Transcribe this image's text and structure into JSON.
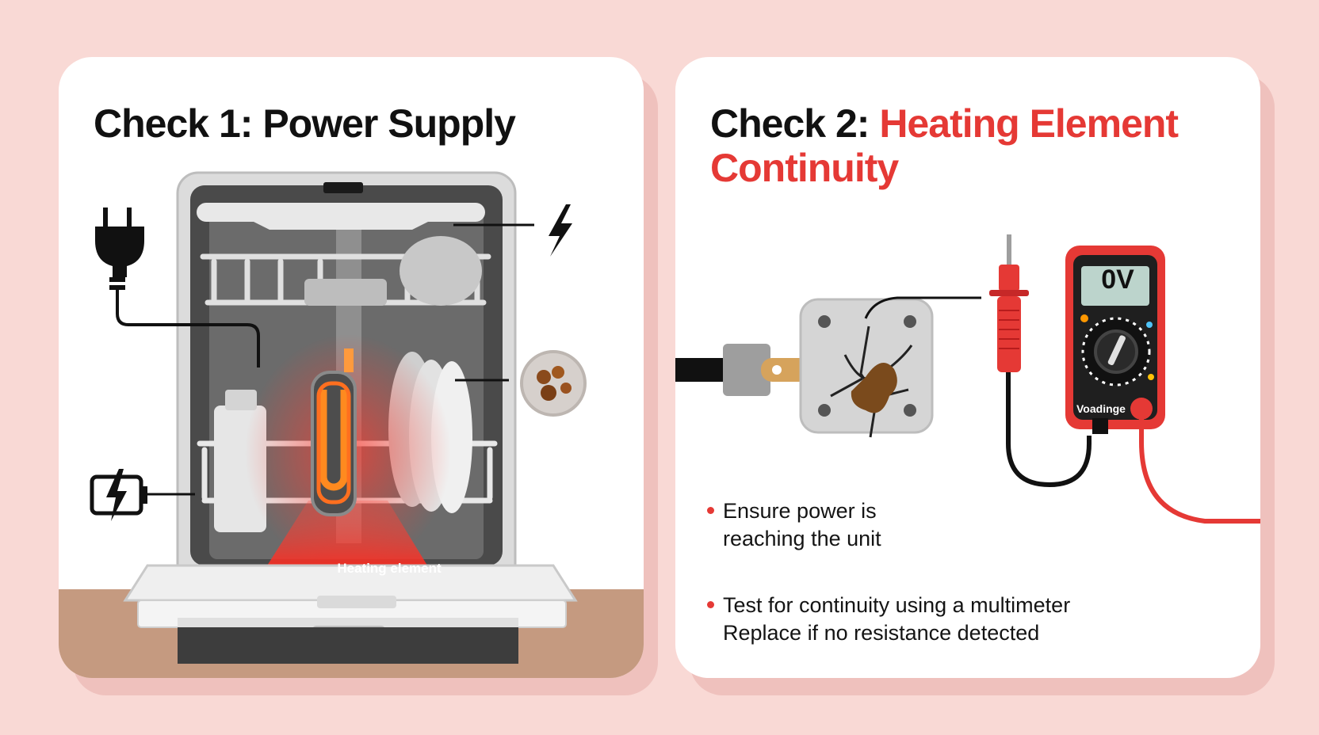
{
  "panels": [
    {
      "title_prefix": "Check 1: Power Supply",
      "title_accent": "",
      "heating_label": "Heating element"
    },
    {
      "title_prefix": "Check 2: ",
      "title_accent": "Heating Element Continuity",
      "multimeter_reading": "0V",
      "multimeter_brand": "Voadinge",
      "bullets": [
        "Ensure power is reaching the unit",
        "Test for continuity using a multimeter Replace if no resistance detected"
      ]
    }
  ],
  "colors": {
    "background": "#f9d9d5",
    "accent": "#e53935",
    "floor": "#c59a80"
  },
  "icons": [
    "plug-icon",
    "lightning-bolt-icon",
    "battery-charging-icon",
    "rust-spot-icon",
    "multimeter-icon",
    "test-probe-icon"
  ]
}
